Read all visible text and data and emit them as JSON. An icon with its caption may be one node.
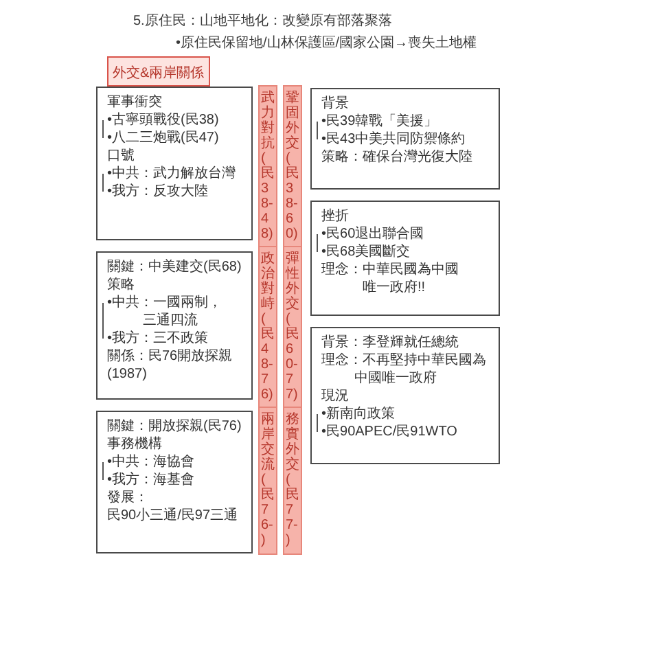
{
  "diagram": {
    "nodes": [
      {
        "text": [
          "外交&兩岸關係"
        ]
      },
      {
        "text": [
          "軍事衝突",
          "•古寧頭戰役(民38)",
          "•八二三炮戰(民47)",
          "口號",
          "•中共：武力解放台灣",
          "•我方：反攻大陸"
        ]
      },
      {
        "text": [
          "關鍵：中美建交(民68)",
          "策略",
          "•中共：一國兩制，三通四流",
          "•我方：三不政策",
          "關係：民76開放探親(1987)"
        ]
      },
      {
        "text": [
          "關鍵：開放探親(民76)",
          "事務機構",
          "•中共：海協會",
          "•我方：海基會",
          "發展：",
          "民90小三通/民97三通"
        ]
      },
      {
        "text": [
          "武力對抗(民38-48)"
        ]
      },
      {
        "text": [
          "政治對峙(民48-76)"
        ]
      },
      {
        "text": [
          "兩岸交流(民76-)"
        ]
      },
      {
        "text": [
          "鞏固外交(民38-60)"
        ]
      },
      {
        "text": [
          "彈性外交(民60-77)"
        ]
      },
      {
        "text": [
          "務實外交(民77-)"
        ]
      },
      {
        "text": [
          "背景",
          "•民39韓戰「美援」",
          "•民43中美共同防禦條約",
          "策略：確保台灣光復大陸"
        ]
      },
      {
        "text": [
          "挫折",
          "•民60退出聯合國",
          "•民68美國斷交",
          "理念：中華民國為中國唯一政府!!"
        ]
      },
      {
        "text": [
          "背景：李登輝就任總統",
          "理念：不再堅持中華民國為中國唯一政府",
          "現況",
          "•新南向政策",
          "•民90APEC/民91WTO"
        ]
      }
    ],
    "labels": [
      "5.原住民：山地平地化：改變原有部落聚落",
      "•原住民保留地/山林保護區/國家公園→喪失土地權"
    ]
  }
}
